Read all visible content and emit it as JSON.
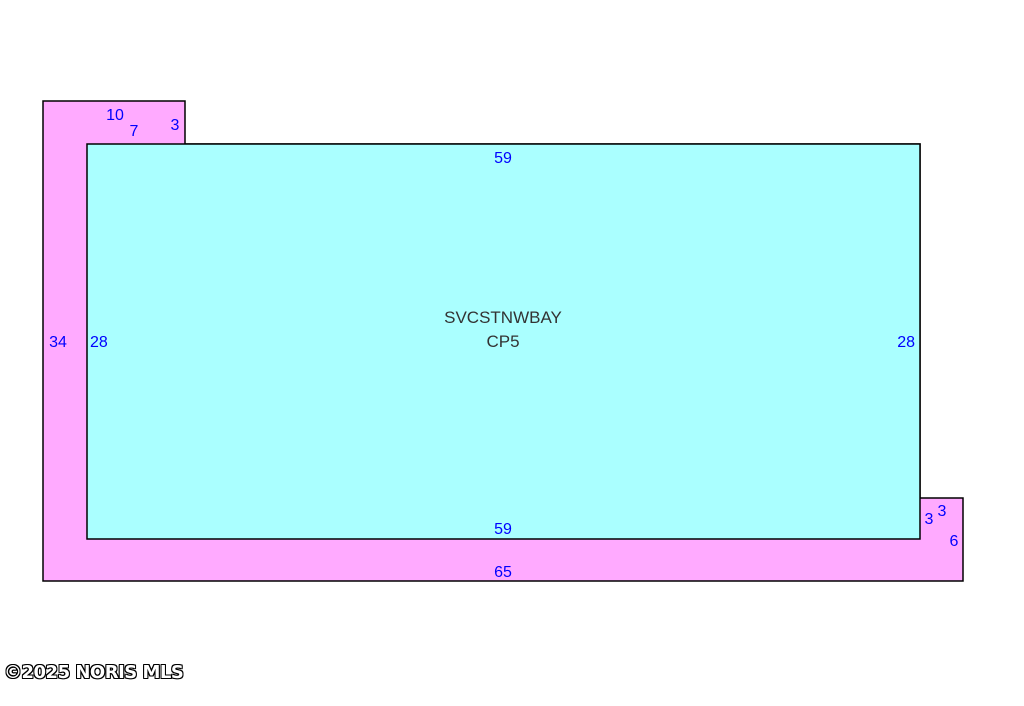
{
  "colors": {
    "outer_fill": "#ffaaff",
    "inner_fill": "#aaffff",
    "outline": "#000000",
    "dimension_text": "#0000ff",
    "label_text": "#333333"
  },
  "main_area": {
    "name": "SVCSTNWBAY",
    "code": "CP5"
  },
  "dimensions": {
    "outer_left": "34",
    "outer_bottom": "65",
    "notch_top_left": "10",
    "notch_top_middle": "7",
    "notch_top_right": "3",
    "notch_bottom_right_top": "3",
    "notch_bottom_right_side": "6",
    "inner_top": "59",
    "inner_bottom": "59",
    "inner_left": "28",
    "inner_right": "28",
    "inner_bottom_right": "3"
  },
  "footer": {
    "copyright": "©2025 NORIS MLS"
  }
}
